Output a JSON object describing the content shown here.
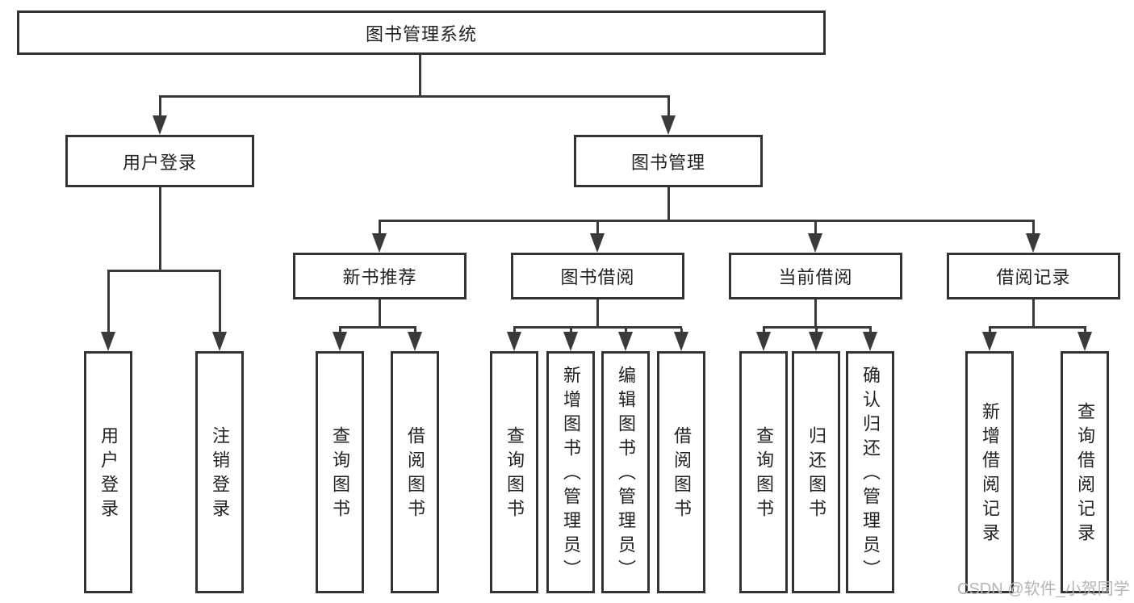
{
  "tree": {
    "root": "图书管理系统",
    "children": [
      {
        "label": "用户登录",
        "children": [
          {
            "label": "用户登录"
          },
          {
            "label": "注销登录"
          }
        ]
      },
      {
        "label": "图书管理",
        "children": [
          {
            "label": "新书推荐",
            "children": [
              {
                "label": "查询图书"
              },
              {
                "label": "借阅图书"
              }
            ]
          },
          {
            "label": "图书借阅",
            "children": [
              {
                "label": "查询图书"
              },
              {
                "label": "新增图书（管理员）"
              },
              {
                "label": "编辑图书（管理员）"
              },
              {
                "label": "借阅图书"
              }
            ]
          },
          {
            "label": "当前借阅",
            "children": [
              {
                "label": "查询图书"
              },
              {
                "label": "归还图书"
              },
              {
                "label": "确认归还（管理员）"
              }
            ]
          },
          {
            "label": "借阅记录",
            "children": [
              {
                "label": "新增借阅记录"
              },
              {
                "label": "查询借阅记录"
              }
            ]
          }
        ]
      }
    ]
  },
  "watermark": {
    "text": "CSDN @软件_小贺同学"
  },
  "colors": {
    "line": "#3a3a3a",
    "box_border": "#333333",
    "text": "#222222",
    "watermark": "#b5b5b5",
    "background": "#ffffff"
  }
}
